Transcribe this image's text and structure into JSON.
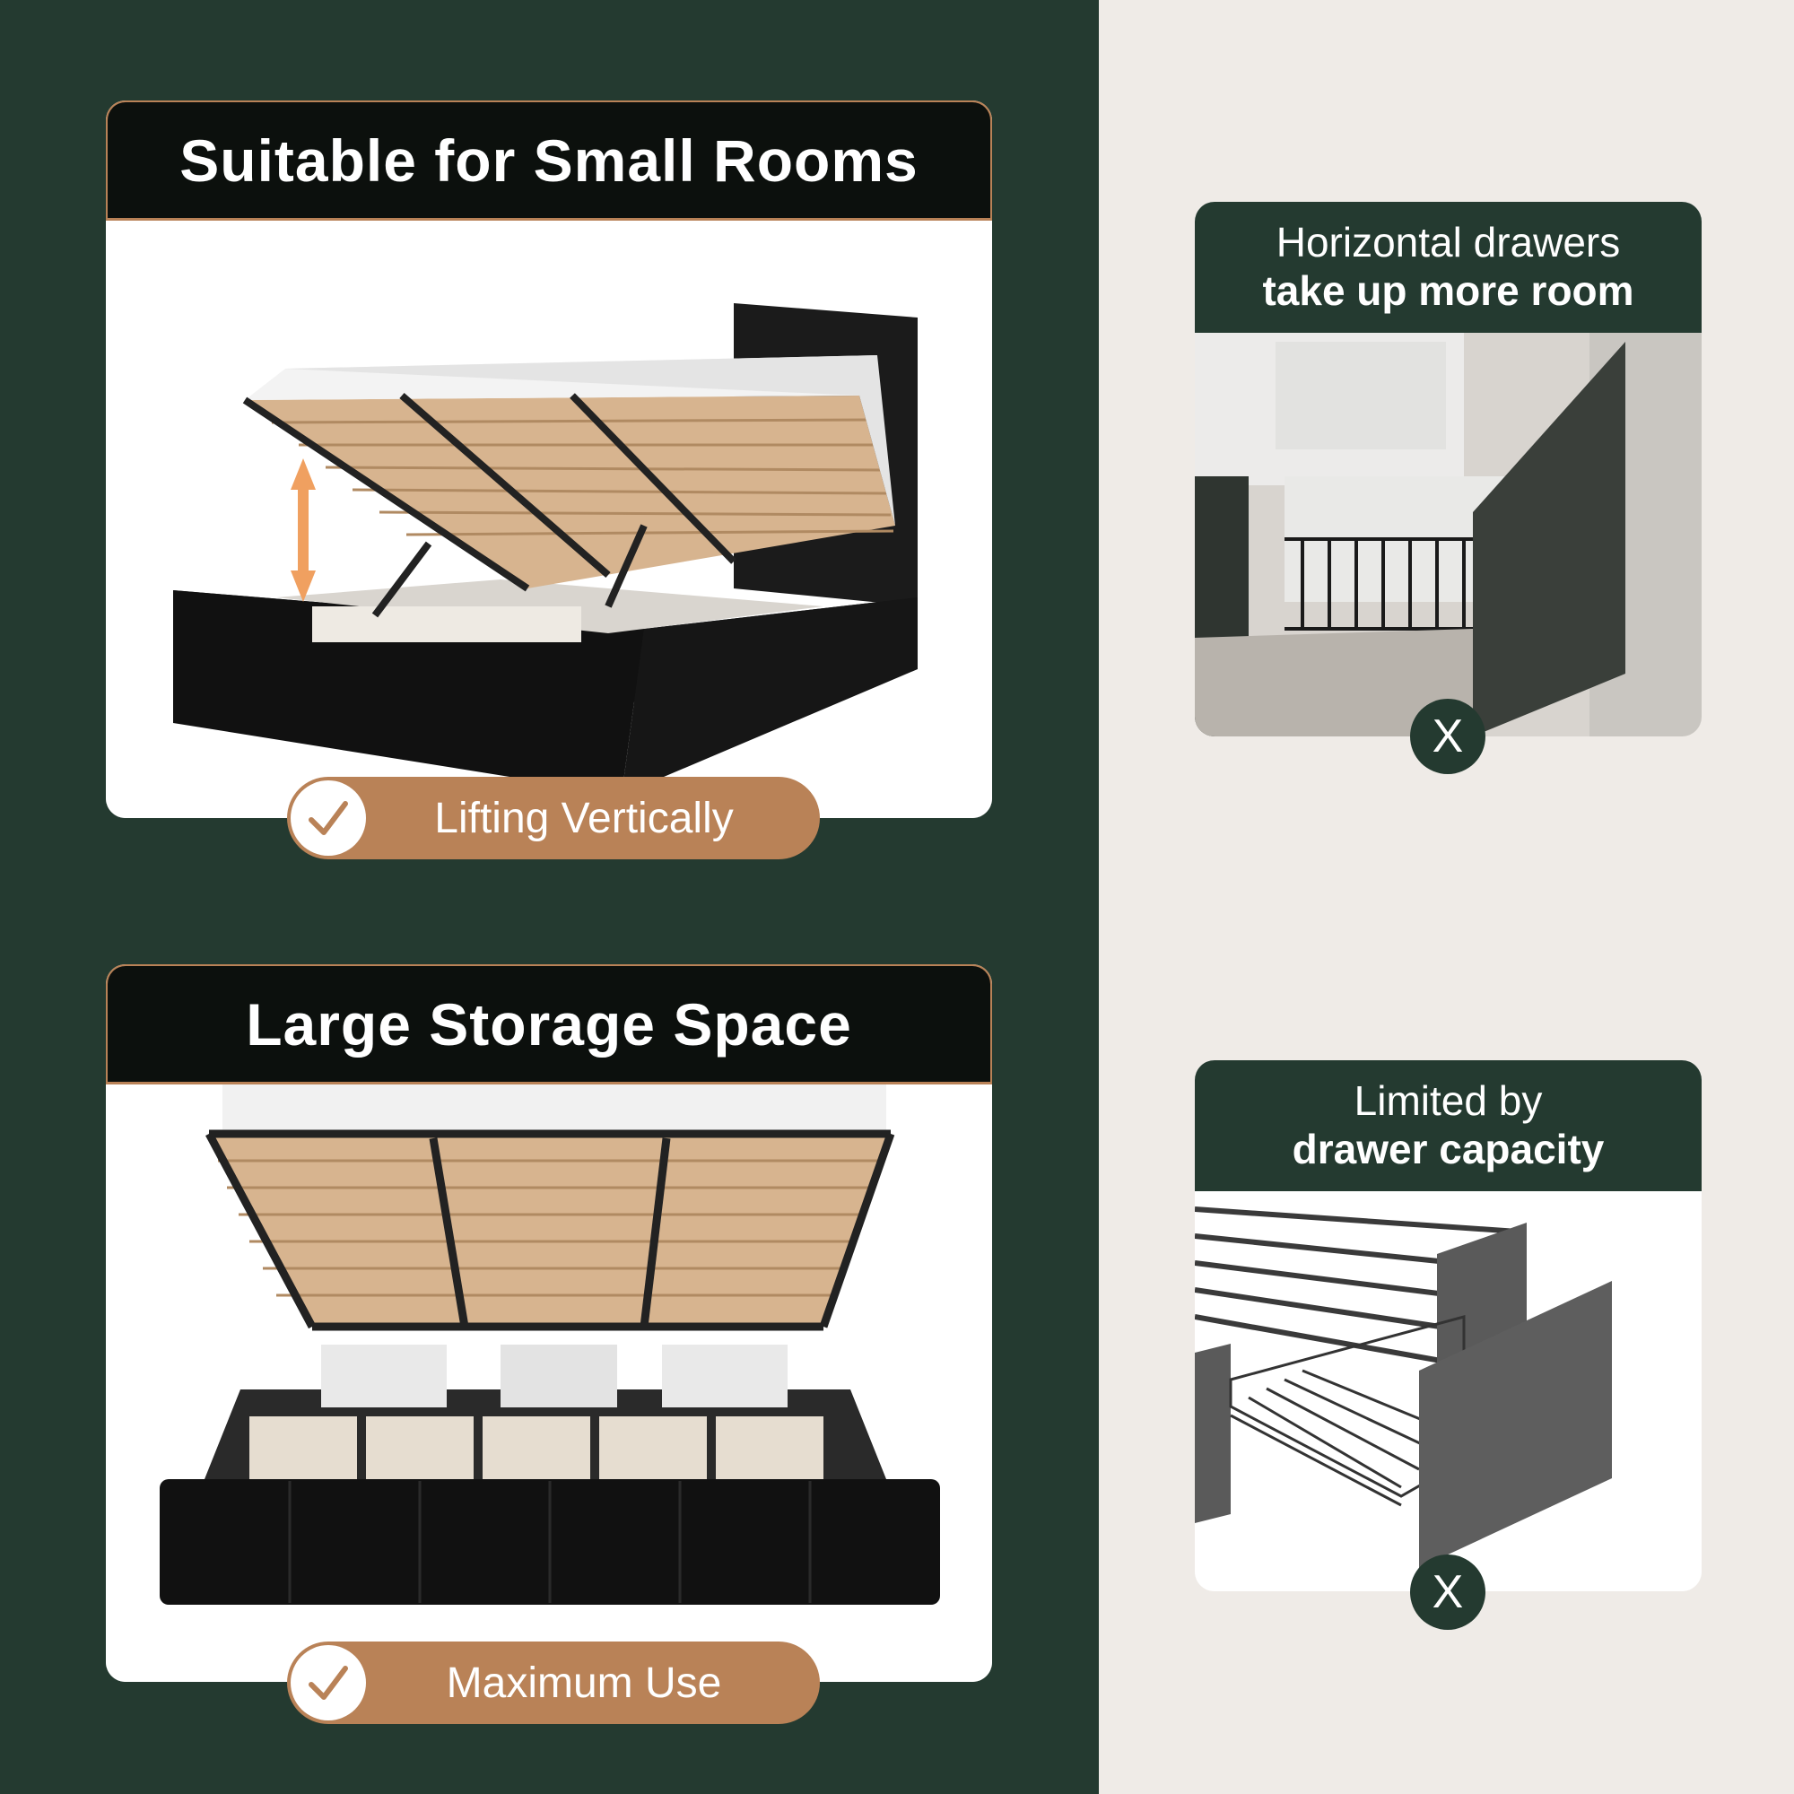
{
  "left": {
    "panel1": {
      "title": "Suitable for Small Rooms",
      "badge": "Lifting Vertically"
    },
    "panel2": {
      "title": "Large Storage Space",
      "badge": "Maximum Use"
    }
  },
  "right": {
    "panel1": {
      "line1": "Horizontal drawers",
      "line2": "take up more room",
      "mark": "X"
    },
    "panel2": {
      "line1": "Limited by",
      "line2": "drawer capacity",
      "mark": "X"
    }
  },
  "colors": {
    "dark_green": "#243a30",
    "accent": "#b98257",
    "header_black": "#0c100d",
    "light_bg": "#efebe7"
  }
}
